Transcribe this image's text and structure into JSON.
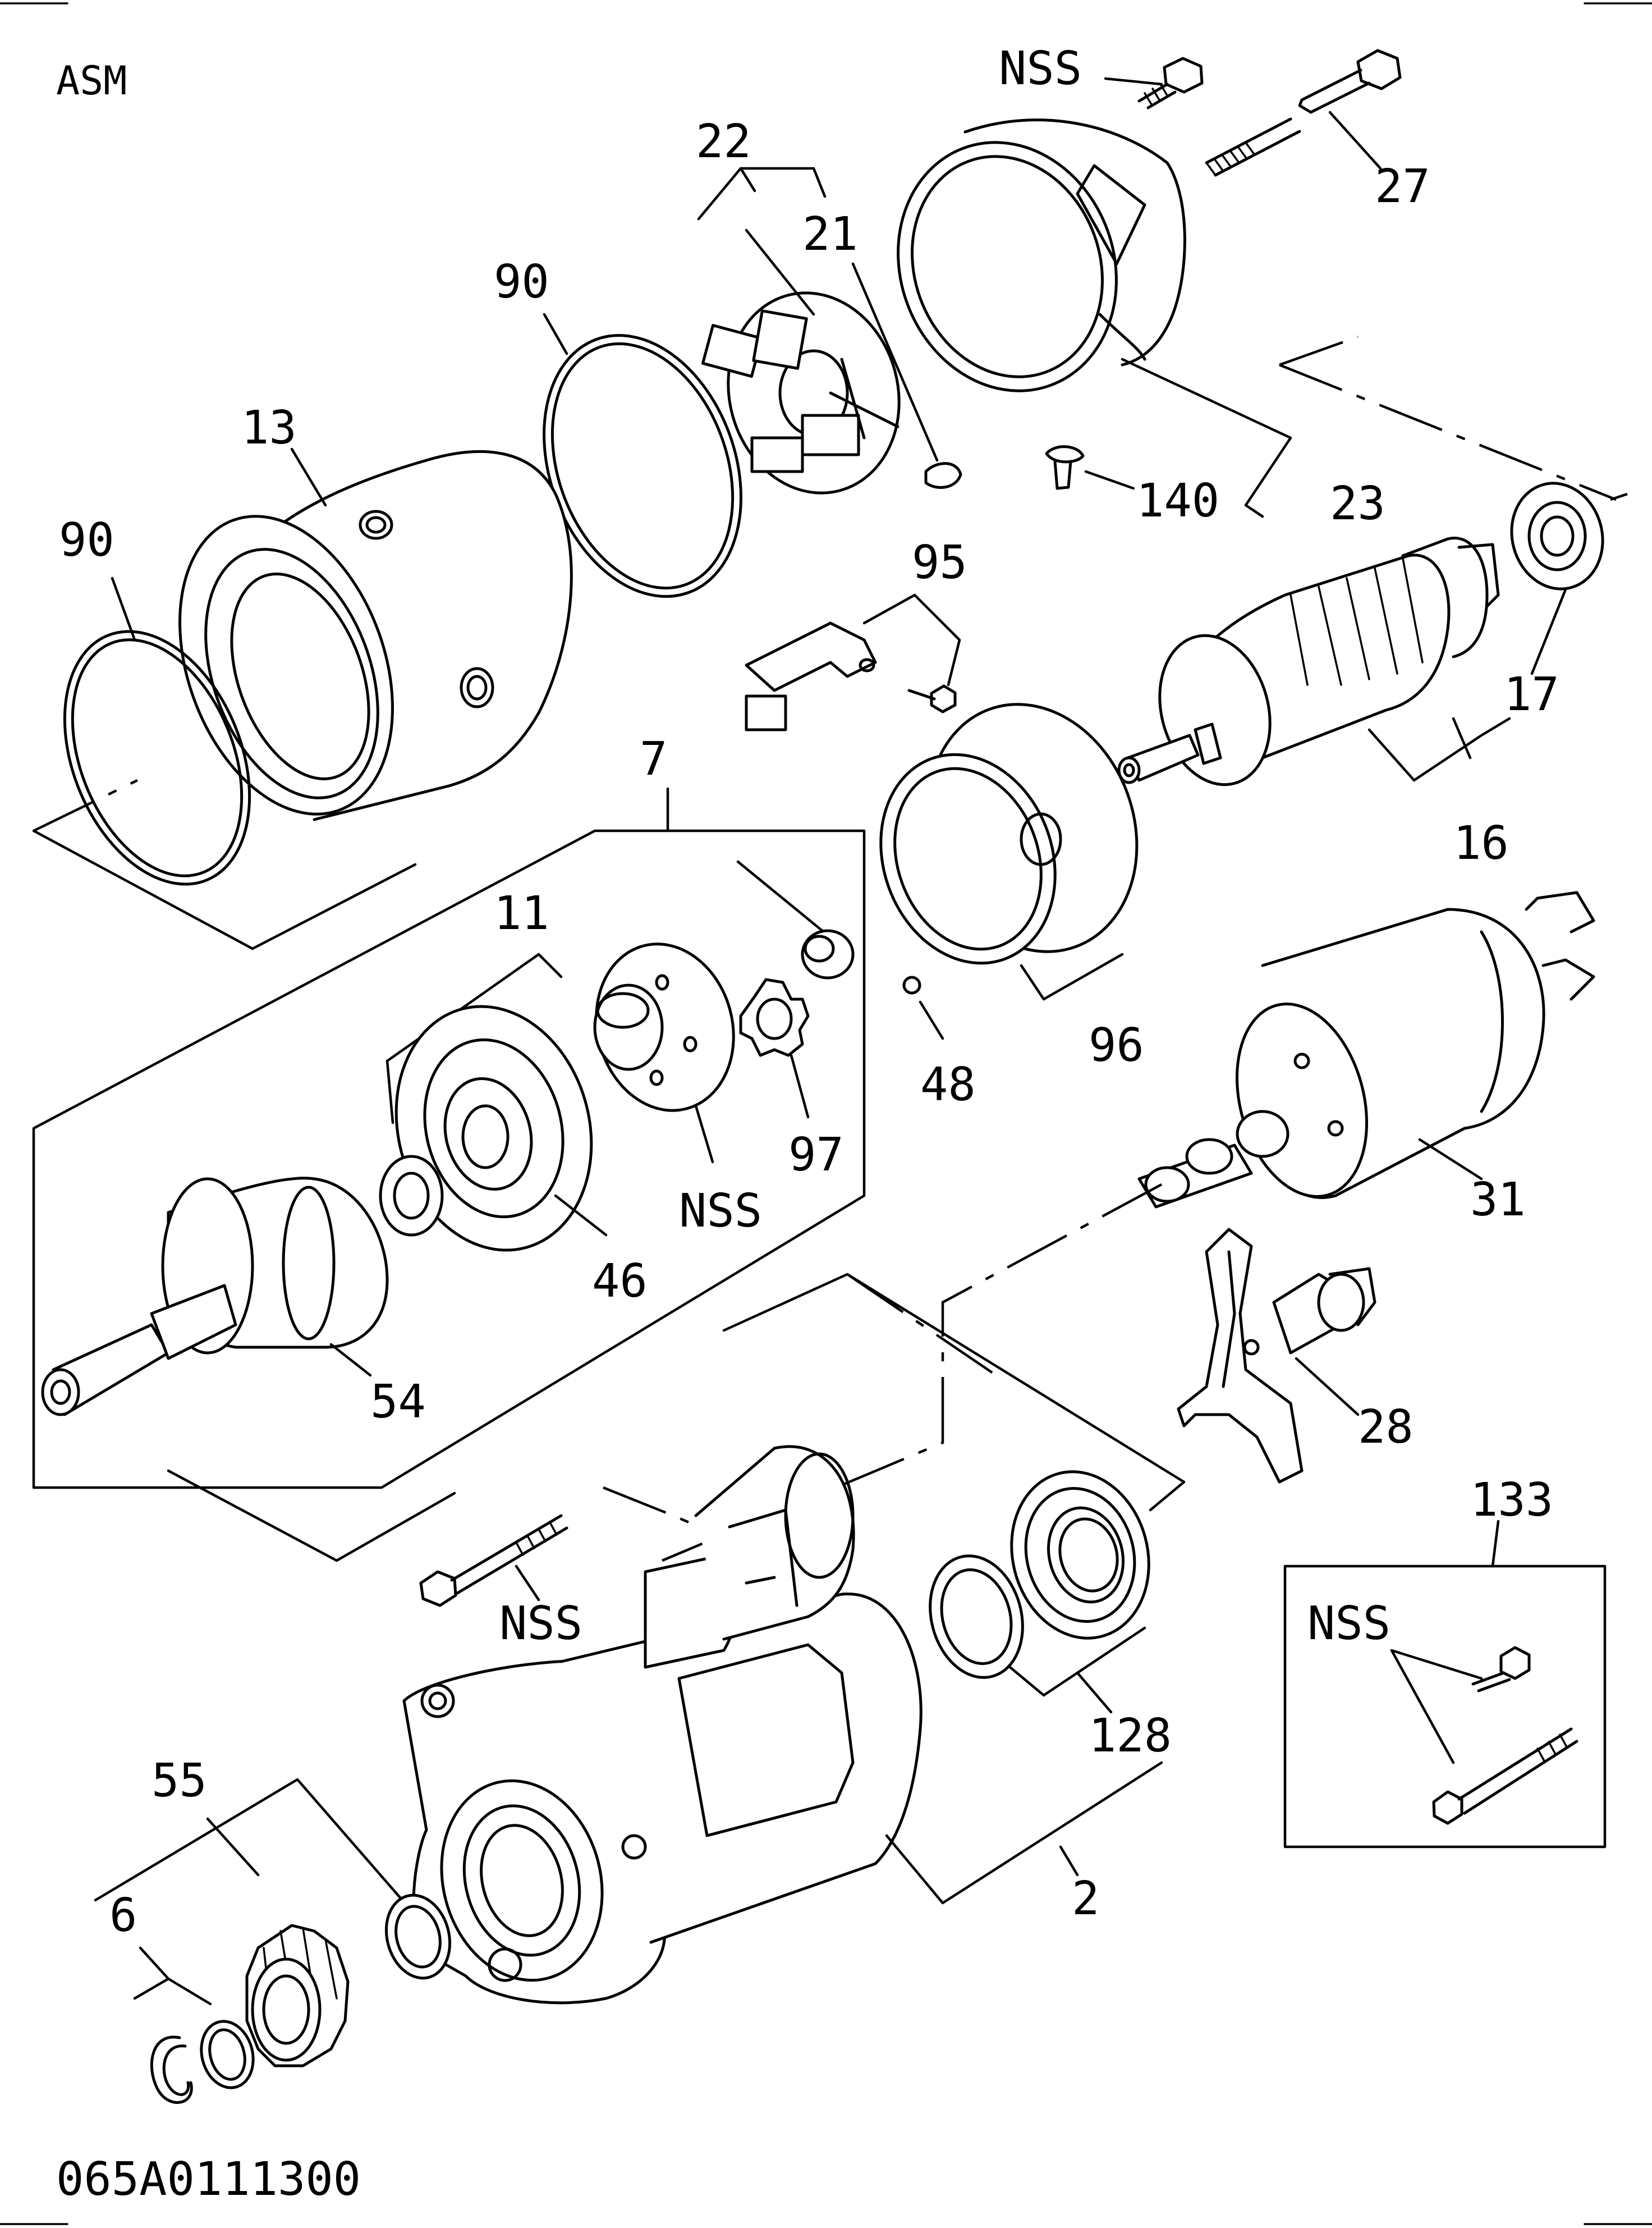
{
  "header": {
    "title": "ASM"
  },
  "footer": {
    "code": "065A0111300"
  },
  "labels": {
    "nss_top": "NSS",
    "n27": "27",
    "n22": "22",
    "n21": "21",
    "n90a": "90",
    "n13": "13",
    "n90b": "90",
    "n140": "140",
    "n23": "23",
    "n95": "95",
    "n17": "17",
    "n16": "16",
    "n7": "7",
    "n11": "11",
    "n97": "97",
    "nss_hub": "NSS",
    "n46": "46",
    "n54": "54",
    "n48": "48",
    "n96": "96",
    "n31": "31",
    "n28": "28",
    "nss_bolt": "NSS",
    "n128": "128",
    "n133": "133",
    "nss_box": "NSS",
    "n55": "55",
    "n6": "6",
    "n2": "2"
  }
}
